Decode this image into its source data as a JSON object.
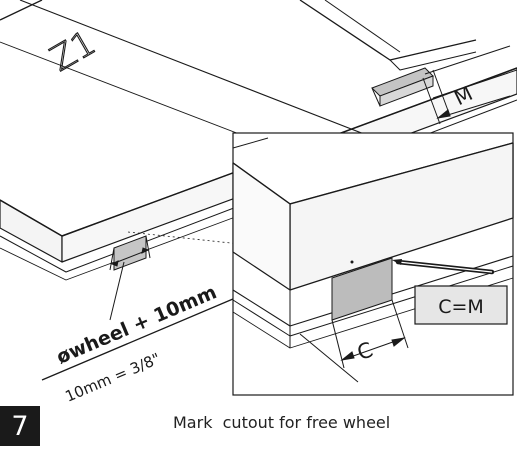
{
  "step": {
    "number": "7"
  },
  "caption": "Mark  cutout for free wheel",
  "labels": {
    "zone_mark": "Z1",
    "dimension_m": "M",
    "dimension_c": "C",
    "formula": "C=M",
    "wheel_rule": "øwheel + 10mm",
    "wheel_conversion": "10mm = 3/8\""
  },
  "icons": {
    "pencil": "pencil-icon"
  },
  "colors": {
    "line": "#1a1a1a",
    "board_top": "#ffffff",
    "board_edge": "#f2f2f2",
    "shading": "#bcbcbc",
    "step_box": "#1a1a1a"
  }
}
